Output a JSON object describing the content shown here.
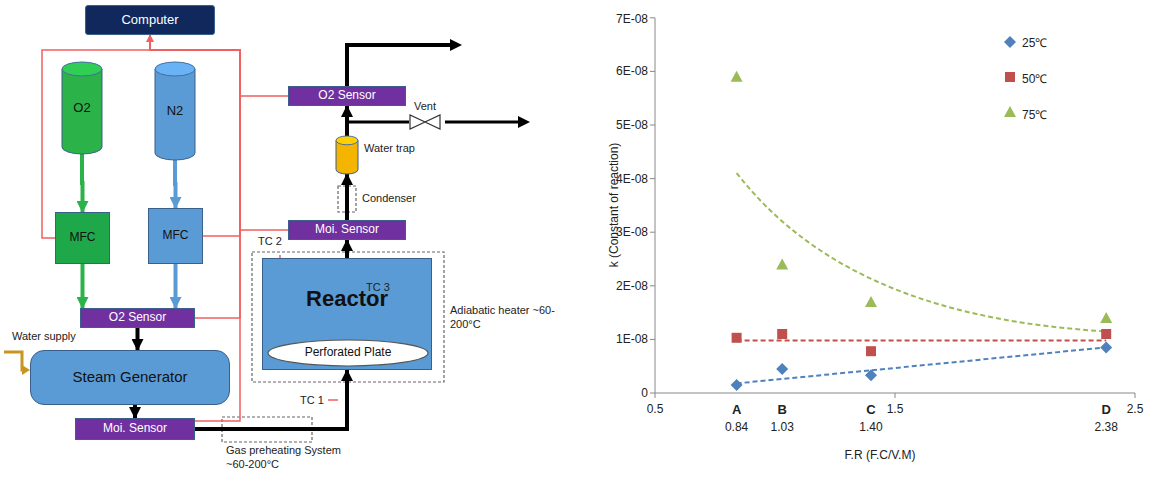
{
  "diagram": {
    "nodes": [
      {
        "text": [
          "Computer"
        ]
      },
      {
        "text": [
          "O2"
        ]
      },
      {
        "text": [
          "N2"
        ]
      },
      {
        "text": [
          "MFC"
        ]
      },
      {
        "text": [
          "MFC"
        ]
      },
      {
        "text": [
          "O2 Sensor"
        ]
      },
      {
        "text": [
          "Steam Generator"
        ]
      },
      {
        "text": [
          "Moi. Sensor"
        ]
      },
      {
        "text": [
          "Reactor"
        ]
      },
      {
        "text": [
          "Perforated Plate"
        ],
        "in": 8
      },
      {
        "text": [
          "Moi. Sensor"
        ]
      },
      {
        "text": [
          "Water trap"
        ]
      },
      {
        "text": [
          "O2 Sensor"
        ]
      },
      {
        "text": [
          "Vent"
        ]
      }
    ],
    "edges": [
      {
        "from": 1,
        "to": 3,
        "arrow": "to"
      },
      {
        "from": 2,
        "to": 4,
        "arrow": "to"
      },
      {
        "from": 3,
        "to": 5,
        "arrow": "to"
      },
      {
        "from": 4,
        "to": 5,
        "arrow": "to"
      },
      {
        "from": 5,
        "to": 6,
        "arrow": "to"
      },
      {
        "from": 6,
        "to": 7,
        "arrow": "to"
      },
      {
        "from": 7,
        "to": 8,
        "arrow": "to"
      },
      {
        "from": 8,
        "to": 10,
        "arrow": "to"
      },
      {
        "from": 10,
        "to": 11,
        "arrow": "to"
      },
      {
        "from": 11,
        "to": 12,
        "arrow": "to"
      },
      {
        "from": 11,
        "to": 13,
        "arrow": "none"
      },
      {
        "from": 7,
        "to": 0,
        "arrow": "to"
      },
      {
        "from": 12,
        "to": 0,
        "arrow": "none"
      },
      {
        "from": 10,
        "to": 0,
        "arrow": "none"
      },
      {
        "from": 5,
        "to": 0,
        "arrow": "none"
      },
      {
        "from": 3,
        "to": 0,
        "arrow": "none"
      },
      {
        "from": 4,
        "to": 0,
        "arrow": "none"
      }
    ],
    "labels": [
      "Water supply",
      "Gas preheating System ~60-200°C",
      "TC 1",
      "TC 2",
      "TC 3",
      "Adiabatic heater ~60-200°C",
      "Condenser",
      "k (Constant of reaction)",
      "0",
      "1E-08",
      "2E-08",
      "3E-08",
      "4E-08",
      "5E-08",
      "6E-08",
      "7E-08",
      "0.5",
      "1.5",
      "2.5",
      "A",
      "B",
      "C",
      "D",
      "0.84",
      "1.03",
      "1.40",
      "2.38",
      "F.R (F.C/V.M)"
    ],
    "legend": [
      {
        "text": "25℃"
      },
      {
        "text": "50℃"
      },
      {
        "text": "75℃"
      }
    ]
  }
}
